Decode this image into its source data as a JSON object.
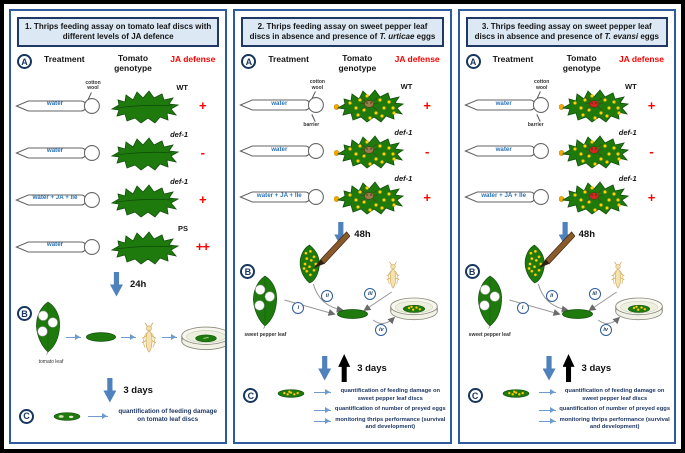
{
  "colors": {
    "panel_border": "#2e5b9e",
    "header_bg": "#dce9f5",
    "header_border": "#1f3864",
    "defense_red": "#ff0000",
    "treatment_blue": "#2e74b5",
    "block_arrow_blue": "#4f81bd",
    "thin_arrow_blue": "#6d9bd1",
    "leaf_green": "#1f7a0e",
    "egg_yellow": "#ffd400",
    "urticae_mite_brown": "#9c7b4a",
    "evansi_mite_red": "#d2281e",
    "thrips_cream": "#f6e2ae"
  },
  "panels": [
    {
      "header": {
        "prefix": "1.   Thrips feeding assay on tomato leaf discs with different levels of JA defence",
        "italic": "",
        "suffix": ""
      },
      "section_a_label": "A",
      "columns": {
        "treatment": "Treatment",
        "genotype": "Tomato genotype",
        "defense": "JA defense"
      },
      "annotations": {
        "cotton_wool": "cotton wool"
      },
      "rows": [
        {
          "treatment": "water",
          "genotype": "WT",
          "defense": "+"
        },
        {
          "treatment": "water",
          "genotype": "def-1",
          "defense": "-"
        },
        {
          "treatment": "water + JA + Ile",
          "genotype": "def-1",
          "defense": "+"
        },
        {
          "treatment": "water",
          "genotype": "PS",
          "defense": "++"
        }
      ],
      "step1_time": "24h",
      "section_b_label": "B",
      "leaf_label": "tomato leaf",
      "step2_time": "3 days",
      "section_c_label": "C",
      "c_items": [
        "quantification of feeding damage on tomato leaf discs"
      ]
    },
    {
      "header": {
        "prefix": "2. Thrips feeding assay on sweet pepper leaf discs in absence and presence of ",
        "italic": "T. urticae",
        "suffix": " eggs"
      },
      "section_a_label": "A",
      "columns": {
        "treatment": "Treatment",
        "genotype": "Tomato genotype",
        "defense": "JA defense"
      },
      "annotations": {
        "cotton_wool": "cotton wool",
        "barrier": "barrier"
      },
      "rows": [
        {
          "treatment": "water",
          "genotype": "WT",
          "defense": "+"
        },
        {
          "treatment": "water",
          "genotype": "def-1",
          "defense": "-"
        },
        {
          "treatment": "water + JA + Ile",
          "genotype": "def-1",
          "defense": "+"
        }
      ],
      "step1_time": "48h",
      "section_b_label": "B",
      "leaf_label": "sweet pepper leaf",
      "roman": [
        "i",
        "ii",
        "iii",
        "iv"
      ],
      "step2_time": "3 days",
      "section_c_label": "C",
      "c_items": [
        "quantification of feeding damage on sweet pepper leaf discs",
        "quantification of number of preyed eggs",
        "monitoring thrips performance (survival and development)"
      ]
    },
    {
      "header": {
        "prefix": "3. Thrips feeding assay on sweet pepper leaf discs in absence and presence of ",
        "italic": "T. evansi",
        "suffix": " eggs"
      },
      "section_a_label": "A",
      "columns": {
        "treatment": "Treatment",
        "genotype": "Tomato genotype",
        "defense": "JA defense"
      },
      "annotations": {
        "cotton_wool": "cotton wool",
        "barrier": "barrier"
      },
      "rows": [
        {
          "treatment": "water",
          "genotype": "WT",
          "defense": "+"
        },
        {
          "treatment": "water",
          "genotype": "def-1",
          "defense": "-"
        },
        {
          "treatment": "water + JA + Ile",
          "genotype": "def-1",
          "defense": "+"
        }
      ],
      "step1_time": "48h",
      "section_b_label": "B",
      "leaf_label": "sweet pepper leaf",
      "roman": [
        "i",
        "ii",
        "iii",
        "iv"
      ],
      "step2_time": "3 days",
      "section_c_label": "C",
      "c_items": [
        "quantification of feeding damage on sweet pepper leaf discs",
        "quantification of number of preyed eggs",
        "monitoring thrips performance (survival and development)"
      ]
    }
  ]
}
